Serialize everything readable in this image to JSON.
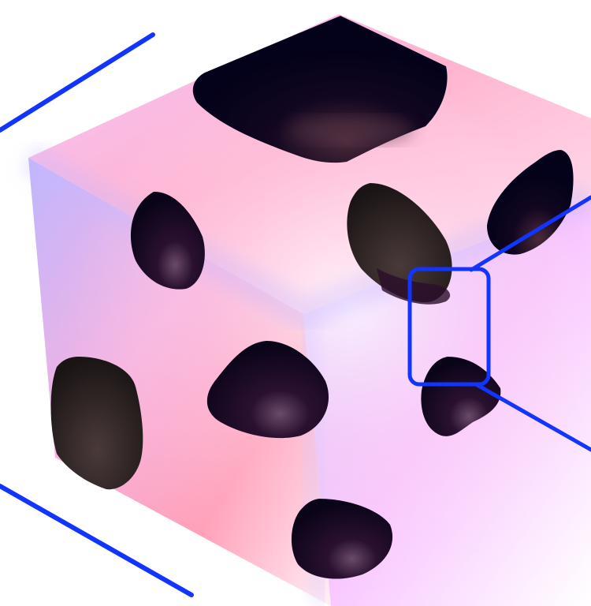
{
  "colors": {
    "background": "#ffffff",
    "pink": "#ff9fc2",
    "lavender": "#b9a8ff",
    "magenta_light": "#f6bdfb",
    "blob_dark": "#1e0a1e",
    "blob_black": "#0a0418",
    "highlight": "#ffffff",
    "accent_lines": "#1135ff"
  },
  "icons": [
    "zoom-bracket-left",
    "zoom-bracket-right",
    "zoom-inset-box"
  ]
}
